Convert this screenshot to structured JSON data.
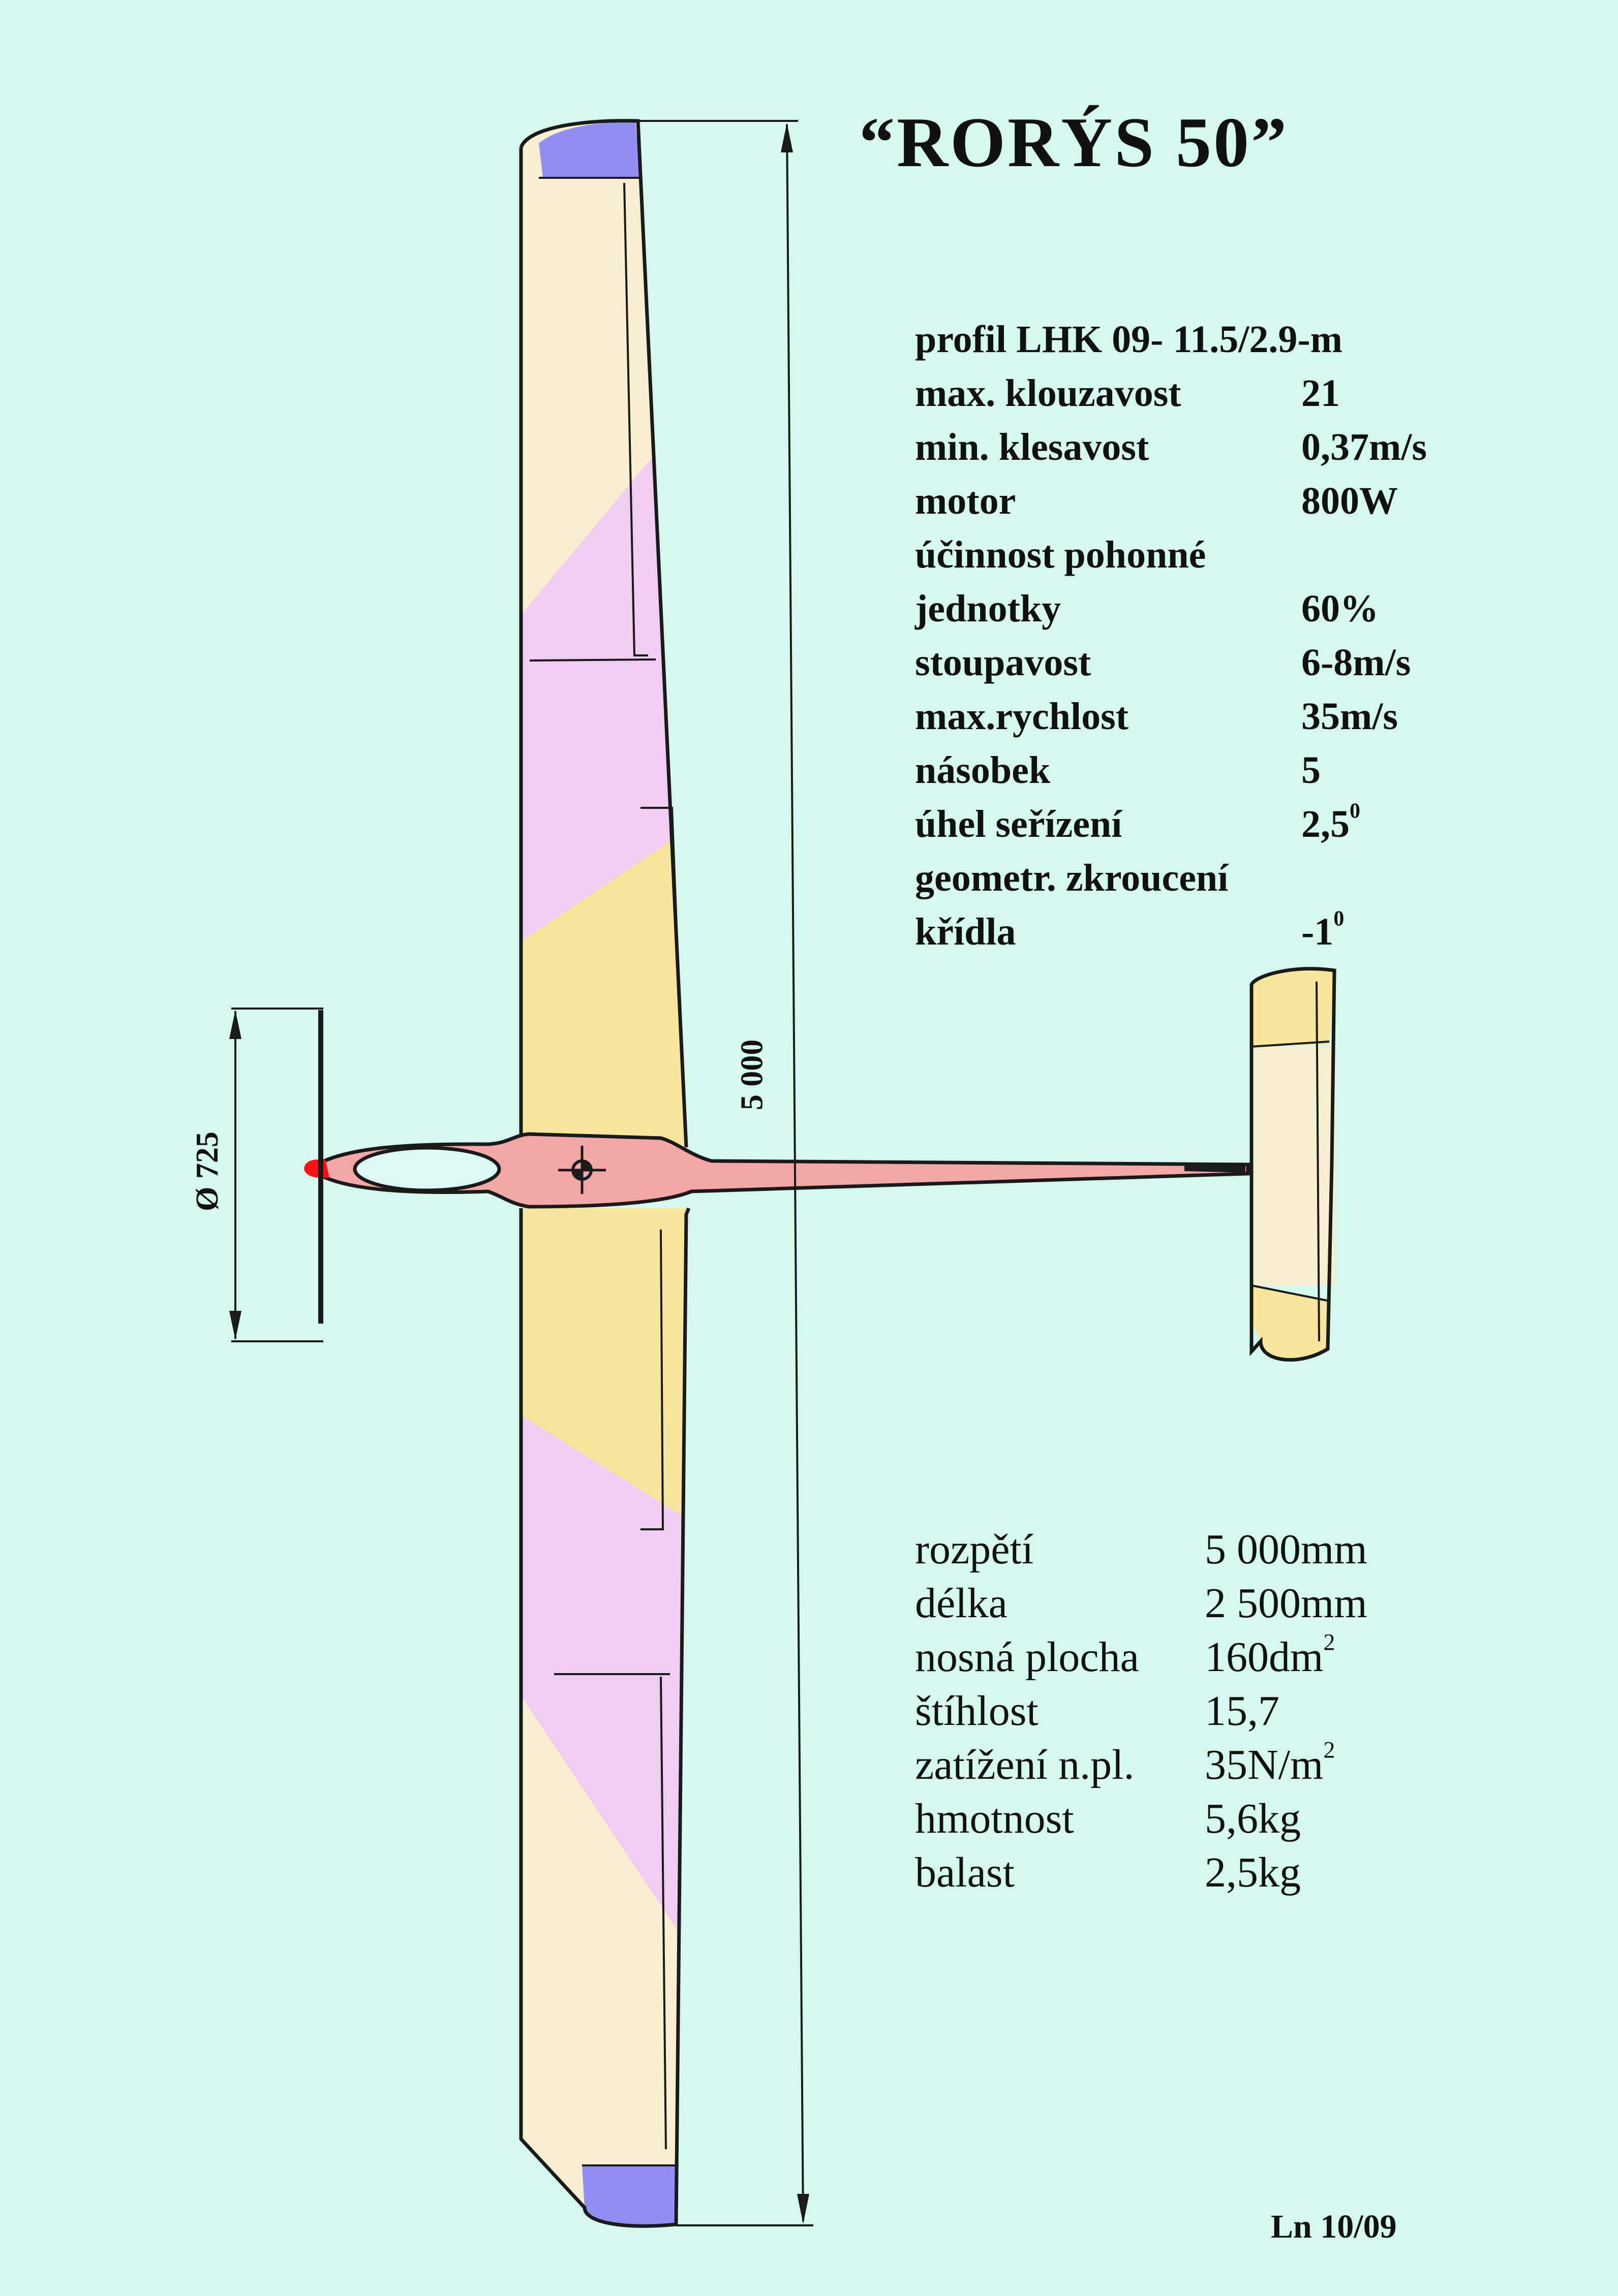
{
  "title": "“RORÝS 50”",
  "specs_bold": [
    {
      "label": "profil  LHK 09- 11.5/2.9-m",
      "value": "",
      "sup": ""
    },
    {
      "label": "max. klouzavost",
      "value": "21",
      "sup": ""
    },
    {
      "label": "min. klesavost",
      "value": "0,37m/s",
      "sup": ""
    },
    {
      "label": "motor",
      "value": "800W",
      "sup": ""
    },
    {
      "label": "účinnost pohonné",
      "value": "",
      "sup": ""
    },
    {
      "label": "jednotky",
      "value": "60%",
      "sup": ""
    },
    {
      "label": "stoupavost",
      "value": "6-8m/s",
      "sup": ""
    },
    {
      "label": "max.rychlost",
      "value": "35m/s",
      "sup": ""
    },
    {
      "label": "násobek",
      "value": "5",
      "sup": ""
    },
    {
      "label": "úhel seřízení",
      "value": "2,5",
      "sup": "0"
    },
    {
      "label": "geometr. zkroucení",
      "value": "",
      "sup": ""
    },
    {
      "label": "křídla",
      "value": "-1",
      "sup": "0"
    }
  ],
  "specs_plain": [
    {
      "label": "rozpětí",
      "value": "5 000mm",
      "sup": ""
    },
    {
      "label": "délka",
      "value": "2 500mm",
      "sup": ""
    },
    {
      "label": "nosná plocha",
      "value": "160dm",
      "sup": "2"
    },
    {
      "label": "štíhlost",
      "value": "15,7",
      "sup": ""
    },
    {
      "label": "zatížení n.pl.",
      "value": "35N/m",
      "sup": "2"
    },
    {
      "label": "hmotnost",
      "value": "5,6kg",
      "sup": ""
    },
    {
      "label": "balast",
      "value": "2,5kg",
      "sup": ""
    }
  ],
  "dimensions": {
    "span_label": "5 000",
    "propeller_label": "Ø 725"
  },
  "signature": "Ln 10/09",
  "colors": {
    "background": "#d4f8ee",
    "wing_cream": "#f7efd0",
    "wing_pink": "#f1ccf3",
    "wing_yellow": "#f6e59a",
    "wingtip_blue": "#8f8ff4",
    "fuselage": "#f4a7a7",
    "canopy": "#ddf6f6",
    "nose": "#ff1010",
    "outline": "#1a1a1a"
  }
}
